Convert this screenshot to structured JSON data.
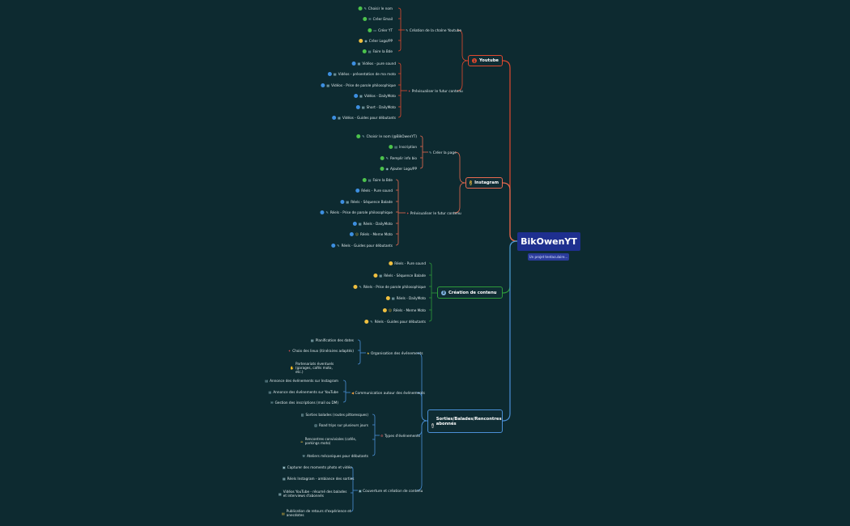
{
  "root": {
    "title": "BikOwenYT",
    "subtitle": "Un projet tentaculaire..."
  },
  "colors": {
    "background": "#0d2a30",
    "youtube": "#e0492f",
    "instagram": "#e86a50",
    "creation": "#2e9a3a",
    "sorties": "#4a8fd6",
    "root": "#1e2f8f"
  },
  "branches": {
    "youtube": {
      "label": "Youtube",
      "num": "1",
      "categories": {
        "creation": {
          "label": "Création de la chaîne Youtube",
          "icon": "wrench-icon",
          "items": [
            {
              "label": "Choisir le nom",
              "icon": "pencil-icon",
              "status": "green"
            },
            {
              "label": "Créer Email",
              "icon": "mail-icon",
              "status": "green"
            },
            {
              "label": "Créer YT",
              "icon": "tv-icon",
              "status": "green"
            },
            {
              "label": "Créer Logo/PP",
              "icon": "palette-icon",
              "status": "yellow"
            },
            {
              "label": "Faire la Bde",
              "icon": "page-icon",
              "status": "green"
            }
          ]
        },
        "previs": {
          "label": "Prévisualiser le futur contenu",
          "icon": "pin-icon",
          "items": [
            {
              "label": "Vidéos - pure sound",
              "icon": "film-icon",
              "status": "blue"
            },
            {
              "label": "Vidéos - présentation de ma moto",
              "icon": "film-icon",
              "status": "blue"
            },
            {
              "label": "Vidéos - Prise de parole philosophique",
              "icon": "film-icon",
              "status": "blue"
            },
            {
              "label": "Vidéos - DailyMoto",
              "icon": "film-icon",
              "status": "blue"
            },
            {
              "label": "Short - DailyMoto",
              "icon": "film-icon",
              "status": "blue"
            },
            {
              "label": "Vidéos - Guides pour débutants",
              "icon": "film-icon",
              "status": "blue"
            }
          ]
        }
      }
    },
    "instagram": {
      "label": "Instagram",
      "num": "2",
      "categories": {
        "creer": {
          "label": "Créer la page",
          "icon": "wrench-icon",
          "items": [
            {
              "label": "Choisir le nom (@BikOwenYT)",
              "icon": "pencil-icon",
              "status": "green"
            },
            {
              "label": "Inscription",
              "icon": "page-icon",
              "status": "green"
            },
            {
              "label": "Remplir info bio",
              "icon": "pencil-icon",
              "status": "green"
            },
            {
              "label": "Ajouter Logo/PP",
              "icon": "palette-icon",
              "status": "green"
            }
          ]
        },
        "previs": {
          "label": "Prévisualiser le futur contenu",
          "icon": "pin-icon",
          "items": [
            {
              "label": "Faire la Bde",
              "icon": "page-icon",
              "status": "green"
            },
            {
              "label": "Réels - Pure sound",
              "icon": "",
              "status": "blue"
            },
            {
              "label": "Réels - Séquence Balade",
              "icon": "film-icon",
              "status": "blue"
            },
            {
              "label": "Réels - Prise de parole philosophique",
              "icon": "pencil-icon",
              "status": "blue"
            },
            {
              "label": "Réels - DailyMoto",
              "icon": "film-icon",
              "status": "blue"
            },
            {
              "label": "Réels - Meme Moto",
              "icon": "smile-icon",
              "status": "blue"
            },
            {
              "label": "Réels - Guides pour débutants",
              "icon": "wrench-icon",
              "status": "blue"
            }
          ]
        }
      }
    },
    "creation": {
      "label": "Création de contenu",
      "num": "3",
      "items": [
        {
          "label": "Réels - Pure sound",
          "icon": "",
          "status": "yellow"
        },
        {
          "label": "Réels - Séquence Balade",
          "icon": "film-icon",
          "status": "yellow"
        },
        {
          "label": "Réels - Prise de parole philosophique",
          "icon": "pencil-icon",
          "status": "yellow"
        },
        {
          "label": "Réels - DailyMoto",
          "icon": "film-icon",
          "status": "yellow"
        },
        {
          "label": "Réels - Meme Moto",
          "icon": "smile-icon",
          "status": "yellow"
        },
        {
          "label": "Réels - Guides pour débutants",
          "icon": "wrench-icon",
          "status": "yellow"
        }
      ]
    },
    "sorties": {
      "label": "Sorties/Balades/Rencontres abonnés",
      "num": "4",
      "categories": {
        "orga": {
          "label": "Organisation des événements",
          "icon": "star-icon",
          "items": [
            {
              "label": "Planification des dates",
              "icon": "calendar-icon"
            },
            {
              "label": "Choix des lieux (itinéraires adaptés)",
              "icon": "pin-icon"
            },
            {
              "label": "Partenariats éventuels (garages, cafés moto, etc.)",
              "icon": "handshake-icon"
            }
          ]
        },
        "comm": {
          "label": "Communication autour des événements",
          "icon": "megaphone-icon",
          "items": [
            {
              "label": "Annonce des événements sur Instagram",
              "icon": "page-icon"
            },
            {
              "label": "Annonce des événements sur YouTube",
              "icon": "page-icon"
            },
            {
              "label": "Gestion des inscriptions (mail ou DM)",
              "icon": "mail-icon"
            }
          ]
        },
        "types": {
          "label": "Types d'événements",
          "icon": "bike-icon",
          "items": [
            {
              "label": "Sorties balades (routes pittoresques)",
              "icon": "road-icon"
            },
            {
              "label": "Road trips sur plusieurs jours",
              "icon": "map-icon"
            },
            {
              "label": "Rencontres conviviales (cafés, parkings moto)",
              "icon": "coffee-icon"
            },
            {
              "label": "Ateliers mécaniques pour débutants",
              "icon": "tool-icon"
            }
          ]
        },
        "couv": {
          "label": "Couverture et création de contenu",
          "icon": "camera-icon",
          "items": [
            {
              "label": "Capturer des moments photo et vidéo",
              "icon": "camera-icon"
            },
            {
              "label": "Réels Instagram - ambiance des sorties",
              "icon": "film-icon"
            },
            {
              "label": "Vidéos YouTube - résumé des balades et interviews d'abonnés",
              "icon": "film-icon"
            },
            {
              "label": "Publication de retours d'expérience et anecdotes",
              "icon": "note-icon"
            }
          ]
        }
      }
    }
  }
}
